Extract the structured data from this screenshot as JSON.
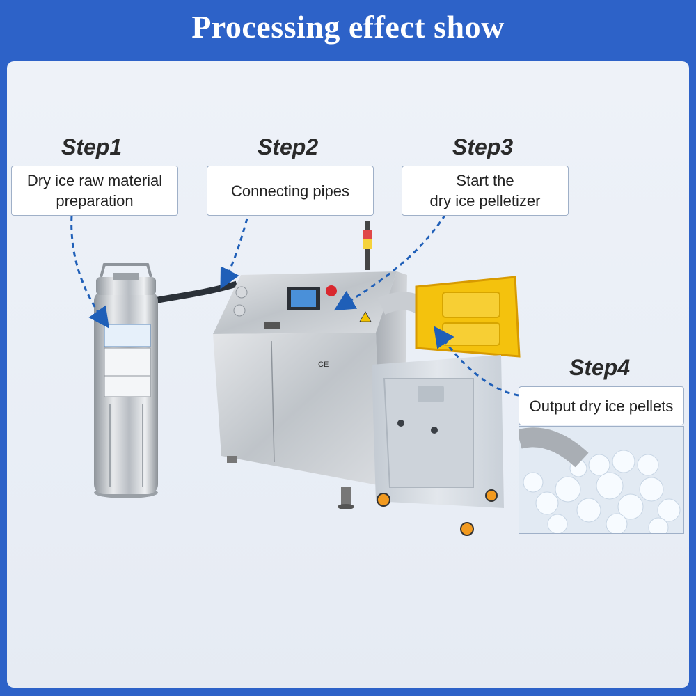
{
  "page_title": "Processing effect show",
  "steps": [
    {
      "heading": "Step1",
      "text": "Dry ice raw material\npreparation"
    },
    {
      "heading": "Step2",
      "text": "Connecting pipes"
    },
    {
      "heading": "Step3",
      "text": "Start the\ndry ice pelletizer"
    },
    {
      "heading": "Step4",
      "text": "Output dry ice pellets"
    }
  ],
  "colors": {
    "banner": "#2d62c8",
    "arrow": "#1f5fb8",
    "steel": "#c9ccd0",
    "lid_yellow": "#f4c20d",
    "bin_gray": "#d6dbe1"
  },
  "icons": [
    "ce-mark-icon",
    "warning-icon",
    "emergency-stop-icon",
    "signal-light-icon"
  ]
}
